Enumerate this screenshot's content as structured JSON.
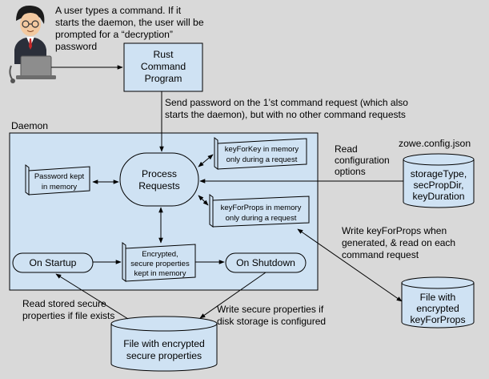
{
  "user_note": [
    "A user types a command. If it",
    "starts the daemon, the user will be",
    "prompted for a “decryption”",
    "password"
  ],
  "rust_program": [
    "Rust",
    "Command",
    "Program"
  ],
  "send_password_note": [
    "Send password on the 1’st command request (which also",
    "starts the daemon), but with no other command requests"
  ],
  "daemon_label": "Daemon",
  "config_filename": "zowe.config.json",
  "read_config_note": [
    "Read",
    "configuration",
    "options"
  ],
  "config_contents": [
    "storageType,",
    "secPropDir,",
    "keyDuration"
  ],
  "password_kept": [
    "Password kept",
    "in memory"
  ],
  "process_requests": [
    "Process",
    "Requests"
  ],
  "key_for_key": [
    "keyForKey in memory",
    "only during a request"
  ],
  "key_for_props": [
    "keyForProps in memory",
    "only during a request"
  ],
  "write_keyforprops_note": [
    "Write keyForProps when",
    "generated, & read on each",
    "command request"
  ],
  "on_startup": "On Startup",
  "encrypted_props": [
    "Encrypted,",
    "secure properties",
    "kept in memory"
  ],
  "on_shutdown": "On Shutdown",
  "read_stored_note": [
    "Read stored secure",
    "properties if file exists"
  ],
  "write_secure_note": [
    "Write secure properties if",
    "disk storage is configured"
  ],
  "secure_file": [
    "File with encrypted",
    "secure properties"
  ],
  "keyforprops_file": [
    "File with",
    "encrypted",
    "keyForProps"
  ],
  "colors": {
    "background": "#d9d9d9",
    "daemon_box": "#cfe2f3",
    "shape_fill": "#cfe2f3",
    "stroke": "#000000",
    "user_icon": "user-with-laptop-icon"
  }
}
